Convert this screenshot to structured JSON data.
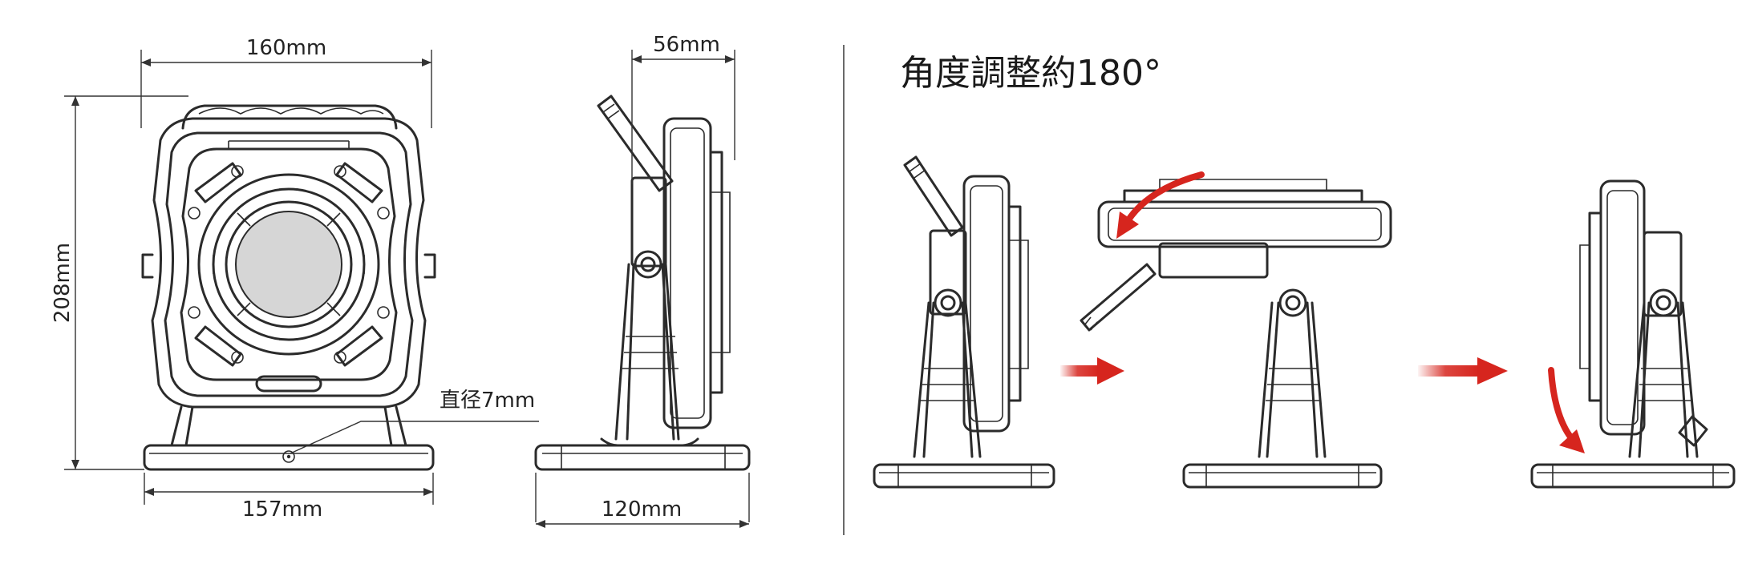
{
  "dimensions": {
    "front_width_top": "160mm",
    "front_height": "208mm",
    "front_width_base": "157mm",
    "hole_diameter": "直径7mm",
    "side_depth_top": "56mm",
    "side_depth_base": "120mm"
  },
  "rotation": {
    "title": "角度調整約180°"
  },
  "colors": {
    "line": "#2b2b2b",
    "lens": "#d6d6d6",
    "arrow": "#d6251e"
  }
}
